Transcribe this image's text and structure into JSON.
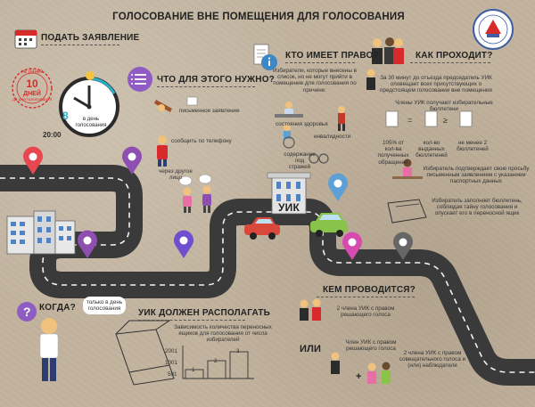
{
  "title": "ГОЛОСОВАНИЕ ВНЕ ПОМЕЩЕНИЯ ДЛЯ ГОЛОСОВАНИЯ",
  "apply": {
    "heading": "ПОДАТЬ ЗАЯВЛЕНИЕ",
    "stamp_top": "не ранее",
    "stamp_number": "10",
    "stamp_unit": "ДНЕЙ",
    "stamp_bottom": "до дня голосования",
    "clock_number": "8",
    "clock_caption": "в день голосования",
    "clock_time": "20:00"
  },
  "why": {
    "heading": "ЧТО ДЛЯ ЭТОГО НУЖНО?",
    "written": "письменное заявление",
    "phone": "сообщить по телефону",
    "through": "через другое лицо"
  },
  "who": {
    "heading": "КТО ИМЕЕТ ПРАВО?",
    "description": "Избиратели, которые внесены в список, но не могут прийти в помещение для голосования по причине:",
    "health": "состояния здоровья",
    "disability": "инвалидности",
    "custody": "содержание под стражей"
  },
  "how": {
    "heading": "КАК ПРОХОДИТ?",
    "step1": "За 30 минут до отъезда председатель УИК оповещает всех присутствующих о предстоящем голосовании вне помещения",
    "step2": "Члены УИК получают избирательные бюллетени",
    "rule1": "105% от кол-ва полученных обращений",
    "rule2": "кол-во выданных бюллетеней",
    "rule3": "не менее 2 бюллетеней",
    "step3": "Избиратель подтверждает свою просьбу письменным заявлением с указанием паспортных данных",
    "step4": "Избиратель заполняет бюллетень, соблюдая тайну голосования и опускает его в переносной ящик"
  },
  "uik_label": "УИК",
  "when": {
    "heading": "КОГДА?",
    "bubble": "только в день голосования"
  },
  "must_have": {
    "heading": "УИК ДОЛЖЕН РАСПОЛАГАТЬ",
    "subtitle": "Зависимость количества переносных ящиков для голосования от числа избирателей",
    "y_ticks": [
      "2001",
      "1001",
      "501"
    ],
    "bar_labels": [
      "1",
      "2",
      "3"
    ]
  },
  "by_whom": {
    "heading": "КЕМ ПРОВОДИТСЯ?",
    "option1": "2 члена УИК с правом решающего голоса",
    "or": "ИЛИ",
    "option2a": "Член УИК с правом решающего голоса",
    "plus": "+",
    "option2b": "2 члена УИК с правом совещательного голоса и (или) наблюдателя"
  },
  "colors": {
    "road": "#3b3b3b",
    "pin_red": "#e8474f",
    "pin_purple": "#8e4fb0",
    "pin_blue": "#5e9fd6",
    "pin_pink": "#d74bb0",
    "pin_gray": "#666666",
    "menu_purple": "#8e5cc2",
    "info_blue": "#3d86c8",
    "accent_red": "#d82a2a",
    "car_red": "#d9483b",
    "car_green": "#8ac34a"
  }
}
